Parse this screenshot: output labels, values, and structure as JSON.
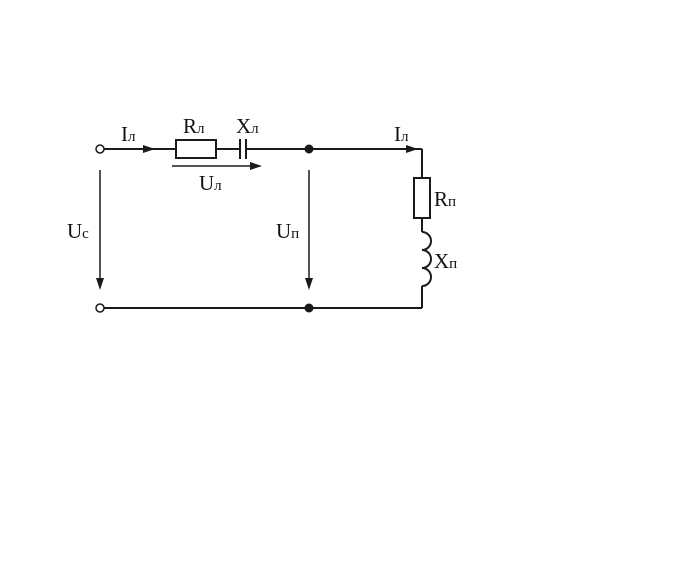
{
  "diagram": {
    "current_in": {
      "main": "I",
      "sub": "л"
    },
    "resistor_line": {
      "main": "R",
      "sub": "л"
    },
    "reactance_line": {
      "main": "X",
      "sub": "л"
    },
    "voltage_line": {
      "main": "U",
      "sub": "л"
    },
    "voltage_source": {
      "main": "U",
      "sub": "c"
    },
    "voltage_load": {
      "main": "U",
      "sub": "п"
    },
    "current_load": {
      "main": "I",
      "sub": "л"
    },
    "resistor_load": {
      "main": "R",
      "sub": "п"
    },
    "reactance_load": {
      "main": "X",
      "sub": "п"
    }
  }
}
